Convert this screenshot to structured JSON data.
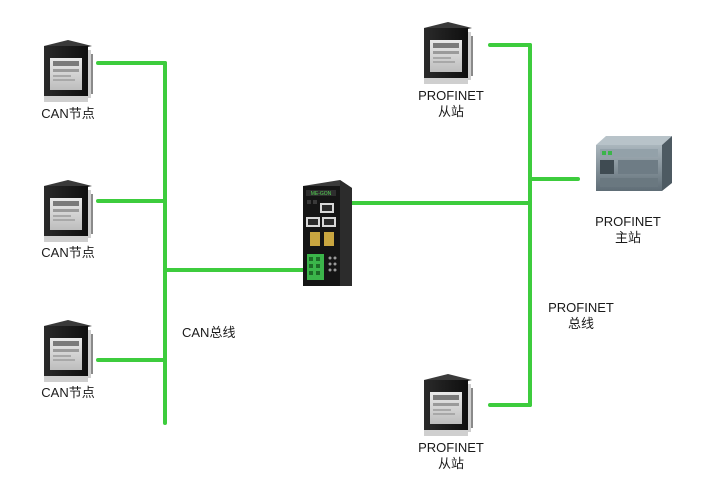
{
  "labels": {
    "can_node_1": "CAN节点",
    "can_node_2": "CAN节点",
    "can_node_3": "CAN节点",
    "can_bus": "CAN总线",
    "profinet_slave_top": {
      "line1": "PROFINET",
      "line2": "从站"
    },
    "profinet_master": {
      "line1": "PROFINET",
      "line2": "主站"
    },
    "profinet_bus": {
      "line1": "PROFINET",
      "line2": "总线"
    },
    "profinet_slave_bottom": {
      "line1": "PROFINET",
      "line2": "从站"
    }
  },
  "gateway": {
    "brand": "ME-GON"
  },
  "colors": {
    "wire": "#3dcc3d",
    "device_dark": "#1e1e1e",
    "plc_body": "#7d8b94",
    "terminal": "#3bb54a"
  }
}
